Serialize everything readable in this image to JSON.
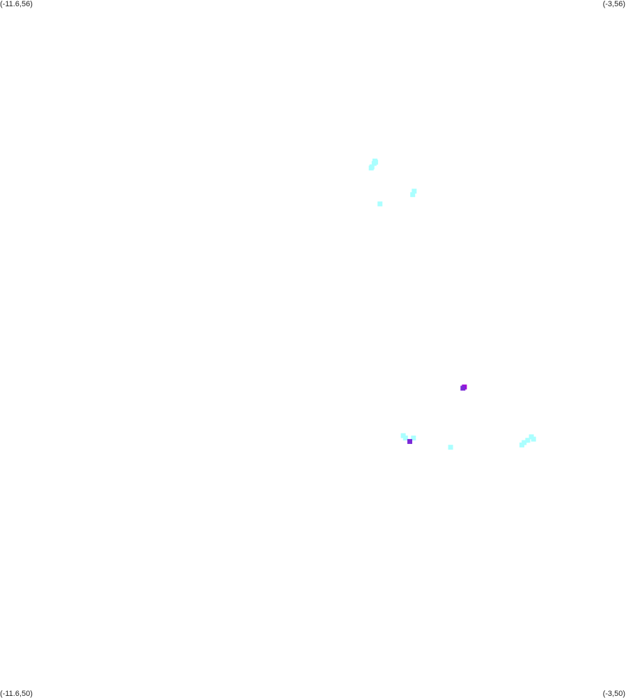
{
  "map": {
    "corners": {
      "top_left": "(-11.6,56)",
      "top_right": "(-3,56)",
      "bottom_left": "(-11.6,50)",
      "bottom_right": "(-3,50)"
    },
    "bounds": {
      "lon_min": -11.6,
      "lon_max": -3,
      "lat_min": 50,
      "lat_max": 56
    },
    "colors": {
      "background": "#ffffff",
      "low": "#aaffff",
      "mid": "#7a2ad8",
      "high": "#a600d9"
    },
    "points": [
      {
        "lon": -6.45,
        "lat": 54.61,
        "level": "low"
      },
      {
        "lon": -6.44,
        "lat": 54.6,
        "level": "low"
      },
      {
        "lon": -6.46,
        "lat": 54.59,
        "level": "low"
      },
      {
        "lon": -6.5,
        "lat": 54.55,
        "level": "low"
      },
      {
        "lon": -6.49,
        "lat": 54.56,
        "level": "low"
      },
      {
        "lon": -5.91,
        "lat": 54.35,
        "level": "low"
      },
      {
        "lon": -5.93,
        "lat": 54.32,
        "level": "low"
      },
      {
        "lon": -6.38,
        "lat": 54.24,
        "level": "low"
      },
      {
        "lon": -5.22,
        "lat": 52.66,
        "level": "high"
      },
      {
        "lon": -5.24,
        "lat": 52.65,
        "level": "mid"
      },
      {
        "lon": -6.06,
        "lat": 52.24,
        "level": "low"
      },
      {
        "lon": -6.03,
        "lat": 52.22,
        "level": "low"
      },
      {
        "lon": -5.92,
        "lat": 52.22,
        "level": "low"
      },
      {
        "lon": -5.97,
        "lat": 52.19,
        "level": "mid"
      },
      {
        "lon": -5.41,
        "lat": 52.14,
        "level": "low"
      },
      {
        "lon": -4.43,
        "lat": 52.16,
        "level": "low"
      },
      {
        "lon": -4.4,
        "lat": 52.18,
        "level": "low"
      },
      {
        "lon": -4.35,
        "lat": 52.2,
        "level": "low"
      },
      {
        "lon": -4.3,
        "lat": 52.23,
        "level": "low"
      },
      {
        "lon": -4.27,
        "lat": 52.21,
        "level": "low"
      }
    ]
  }
}
